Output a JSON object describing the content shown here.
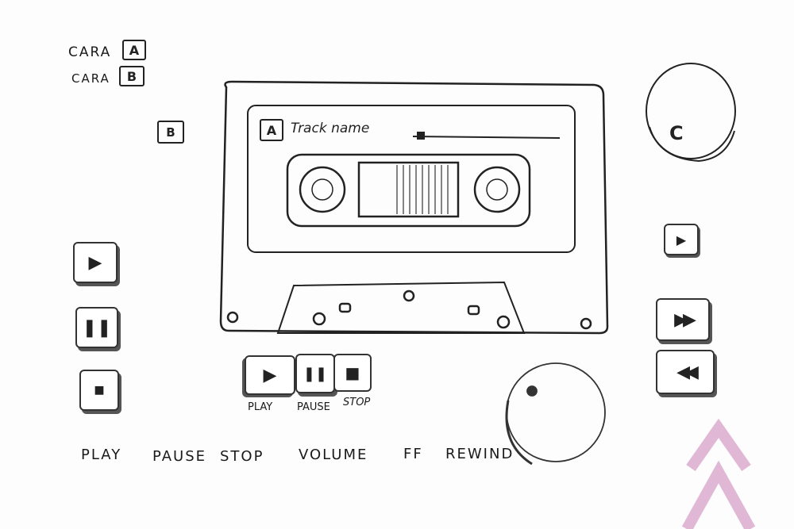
{
  "side_labels": {
    "side_a_label": "CARA",
    "side_a_badge": "A",
    "side_b_label": "CARA",
    "side_b_badge": "B"
  },
  "annotations": {
    "b_marker": "B",
    "c_marker": "C"
  },
  "cassette": {
    "side_badge": "A",
    "track_name": "Track name",
    "progress": 0.05
  },
  "transport": {
    "play": "PLAY",
    "pause": "PAUSE",
    "stop": "STOP"
  },
  "bottom_labels": {
    "play": "PLAY",
    "pause": "PAUSE",
    "stop": "STOP",
    "volume": "VOLUME",
    "ff": "FF",
    "rewind": "REWIND"
  },
  "colors": {
    "ink": "#222222",
    "logo": "#e0b8d6"
  }
}
